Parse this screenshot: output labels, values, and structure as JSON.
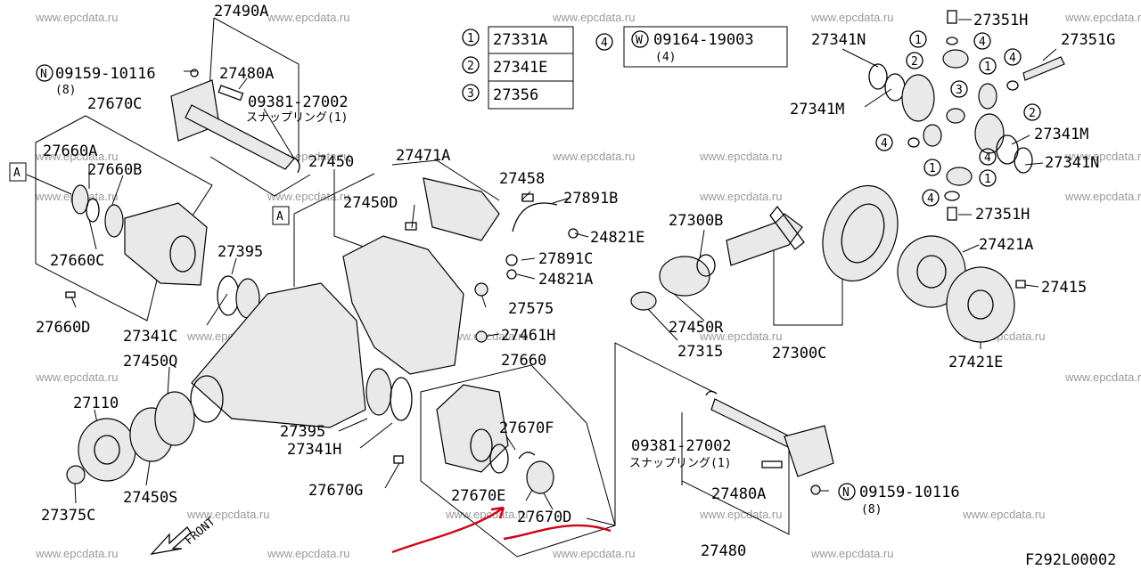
{
  "watermark": "www.epcdata.ru",
  "diagram_code": "F292L00002",
  "front_label": "FRONT",
  "ref_marker": "A",
  "legend": [
    {
      "num": "1",
      "part": "27331A"
    },
    {
      "num": "2",
      "part": "27341E"
    },
    {
      "num": "3",
      "part": "27356"
    }
  ],
  "legend_w": {
    "num": "4",
    "prefix": "W",
    "part": "09164-19003",
    "qty": "(4)"
  },
  "labels": {
    "p27490A": "27490A",
    "p27480A_top": "27480A",
    "p09381_top": "09381-27002",
    "snap_top": "スナップリング(1)",
    "p09159_top": "09159-10116",
    "qty8_top": "(8)",
    "n_top": "N",
    "p27670C": "27670C",
    "p27660A": "27660A",
    "p27660B": "27660B",
    "p27660C": "27660C",
    "p27660D": "27660D",
    "p27450": "27450",
    "p27450D": "27450D",
    "p27471A": "27471A",
    "p27458": "27458",
    "p27891B": "27891B",
    "p24821E": "24821E",
    "p27891C": "27891C",
    "p24821A": "24821A",
    "p27575": "27575",
    "p27461H": "27461H",
    "p27395_a": "27395",
    "p27341C": "27341C",
    "p27450Q": "27450Q",
    "p27110": "27110",
    "p27375C": "27375C",
    "p27450S": "27450S",
    "p27395_b": "27395",
    "p27341H": "27341H",
    "p27670G": "27670G",
    "p27660": "27660",
    "p27670F": "27670F",
    "p27670E": "27670E",
    "p27670D": "27670D",
    "p27300B": "27300B",
    "p27450R": "27450R",
    "p27315": "27315",
    "p27300C": "27300C",
    "p27421A": "27421A",
    "p27415": "27415",
    "p27421E": "27421E",
    "p27351H_top": "27351H",
    "p27351G": "27351G",
    "p27341N_top": "27341N",
    "p27341M_top": "27341M",
    "p27341M_r": "27341M",
    "p27341N_r": "27341N",
    "p27351H_b": "27351H",
    "p09381_bot": "09381-27002",
    "snap_bot": "スナップリング(1)",
    "p27480A_bot": "27480A",
    "p27480": "27480",
    "p09159_bot": "09159-10116",
    "qty8_bot": "(8)",
    "n_bot": "N"
  },
  "callouts": {
    "c1a": "1",
    "c2a": "2",
    "c4a": "4",
    "c3": "3",
    "c1b": "1",
    "c4b": "4",
    "c2b": "2",
    "c4c": "4",
    "c1c": "1",
    "c4d": "4",
    "c4e": "4",
    "c1d": "1"
  },
  "colors": {
    "highlight": "#d0021b",
    "watermark": "#9a9a9a"
  }
}
